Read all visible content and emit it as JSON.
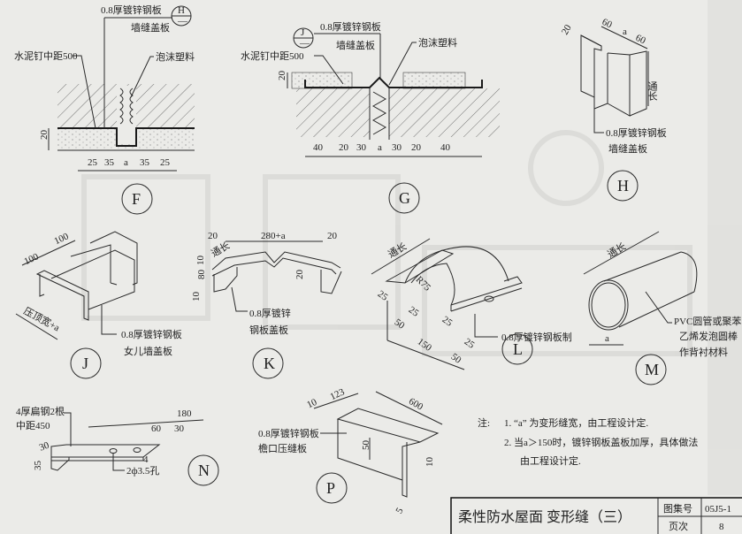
{
  "details": {
    "F": {
      "id": "F",
      "plate": "0.8厚镀锌钢板",
      "plate2": "墙缝盖板",
      "ref_top": "H",
      "ref_bot": "—",
      "nail": "水泥钉中距500",
      "foam": "泡沫塑料",
      "dim_v": "20",
      "dims": [
        "25",
        "35",
        "a",
        "35",
        "25"
      ]
    },
    "G": {
      "id": "G",
      "plate": "0.8厚镀锌钢板",
      "plate2": "墙缝盖板",
      "ref_top": "J",
      "ref_bot": "—",
      "nail": "水泥钉中距500",
      "foam": "泡沫塑料",
      "dim_v": "20",
      "dims": [
        "40",
        "20",
        "30",
        "a",
        "30",
        "20",
        "40"
      ]
    },
    "H": {
      "id": "H",
      "plate": "0.8厚镀锌钢板",
      "plate2": "墙缝盖板",
      "dims": [
        "20",
        "60",
        "a",
        "60"
      ],
      "length": "通长"
    },
    "J": {
      "id": "J",
      "plate": "0.8厚镀锌钢板",
      "plate2": "女儿墙盖板",
      "dims": [
        "100",
        "100"
      ],
      "width": "压顶宽+a"
    },
    "K": {
      "id": "K",
      "plate": "0.8厚镀锌",
      "plate2": "钢板盖板",
      "dims": [
        "20",
        "280+a",
        "20",
        "10",
        "80",
        "10",
        "20"
      ],
      "length": "通长"
    },
    "L": {
      "id": "L",
      "plate": "0.8厚镀锌钢板制",
      "dims": [
        "25",
        "25",
        "50",
        "150",
        "25",
        "25",
        "50"
      ],
      "radius": "R75",
      "length": "通长"
    },
    "M": {
      "id": "M",
      "material1": "PVC圆管或聚苯",
      "material2": "乙烯发泡圆棒",
      "material3": "作背衬材料",
      "dim": "a",
      "length": "通长"
    },
    "N": {
      "id": "N",
      "steel1": "4厚扁钢2根",
      "steel2": "中距450",
      "holes": "2ф3.5孔",
      "dims": [
        "180",
        "60",
        "30",
        "30",
        "35",
        "4"
      ]
    },
    "P": {
      "id": "P",
      "plate": "0.8厚镀锌钢板",
      "plate2": "檐口压缝板",
      "dims": [
        "10",
        "123",
        "600",
        "50",
        "10",
        "5"
      ]
    }
  },
  "notes": {
    "prefix": "注:",
    "items": [
      "1. “a” 为变形缝宽，由工程设计定.",
      "2. 当a＞150时，镀锌钢板盖板加厚，具体做法",
      "由工程设计定."
    ]
  },
  "title_block": {
    "title": "柔性防水屋面   变形缝（三）",
    "atlas_label": "图集号",
    "atlas_no": "05J5-1",
    "page_label": "页次",
    "page_no": "8"
  }
}
